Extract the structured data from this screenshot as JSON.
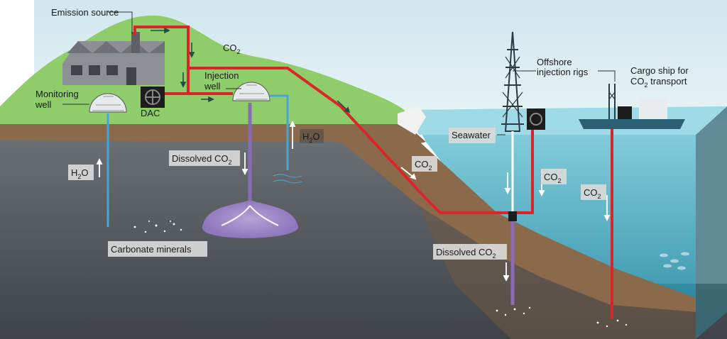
{
  "labels": {
    "emission_source": "Emission source",
    "co2_top": "CO",
    "monitoring_well_1": "Monitoring",
    "monitoring_well_2": "well",
    "dac": "DAC",
    "injection_well_1": "Injection",
    "injection_well_2": "well",
    "h2o_right": "H",
    "h2o_right_sub": "2",
    "h2o_right_tail": "O",
    "dissolved_left": "Dissolved CO",
    "h2o_left": "H",
    "h2o_left_sub": "2",
    "h2o_left_tail": "O",
    "carbonate": "Carbonate minerals",
    "offshore_1": "Offshore",
    "offshore_2": "injection rigs",
    "cargo_1": "Cargo ship for",
    "cargo_2": "CO",
    "cargo_2_tail": " transport",
    "seawater": "Seawater",
    "co2_slope": "CO",
    "co2_rig": "CO",
    "co2_ship": "CO",
    "dissolved_right": "Dissolved CO",
    "sub2": "2"
  },
  "colors": {
    "co2_pipe": "#d8262a",
    "water_pipe": "#4aa3d6",
    "dissolved_plume": "#8a6bb8",
    "grass": "#8fcc6a",
    "soil": "#8a6a4a",
    "rock": "#5a5f63",
    "sea": "#5cb8cc"
  }
}
